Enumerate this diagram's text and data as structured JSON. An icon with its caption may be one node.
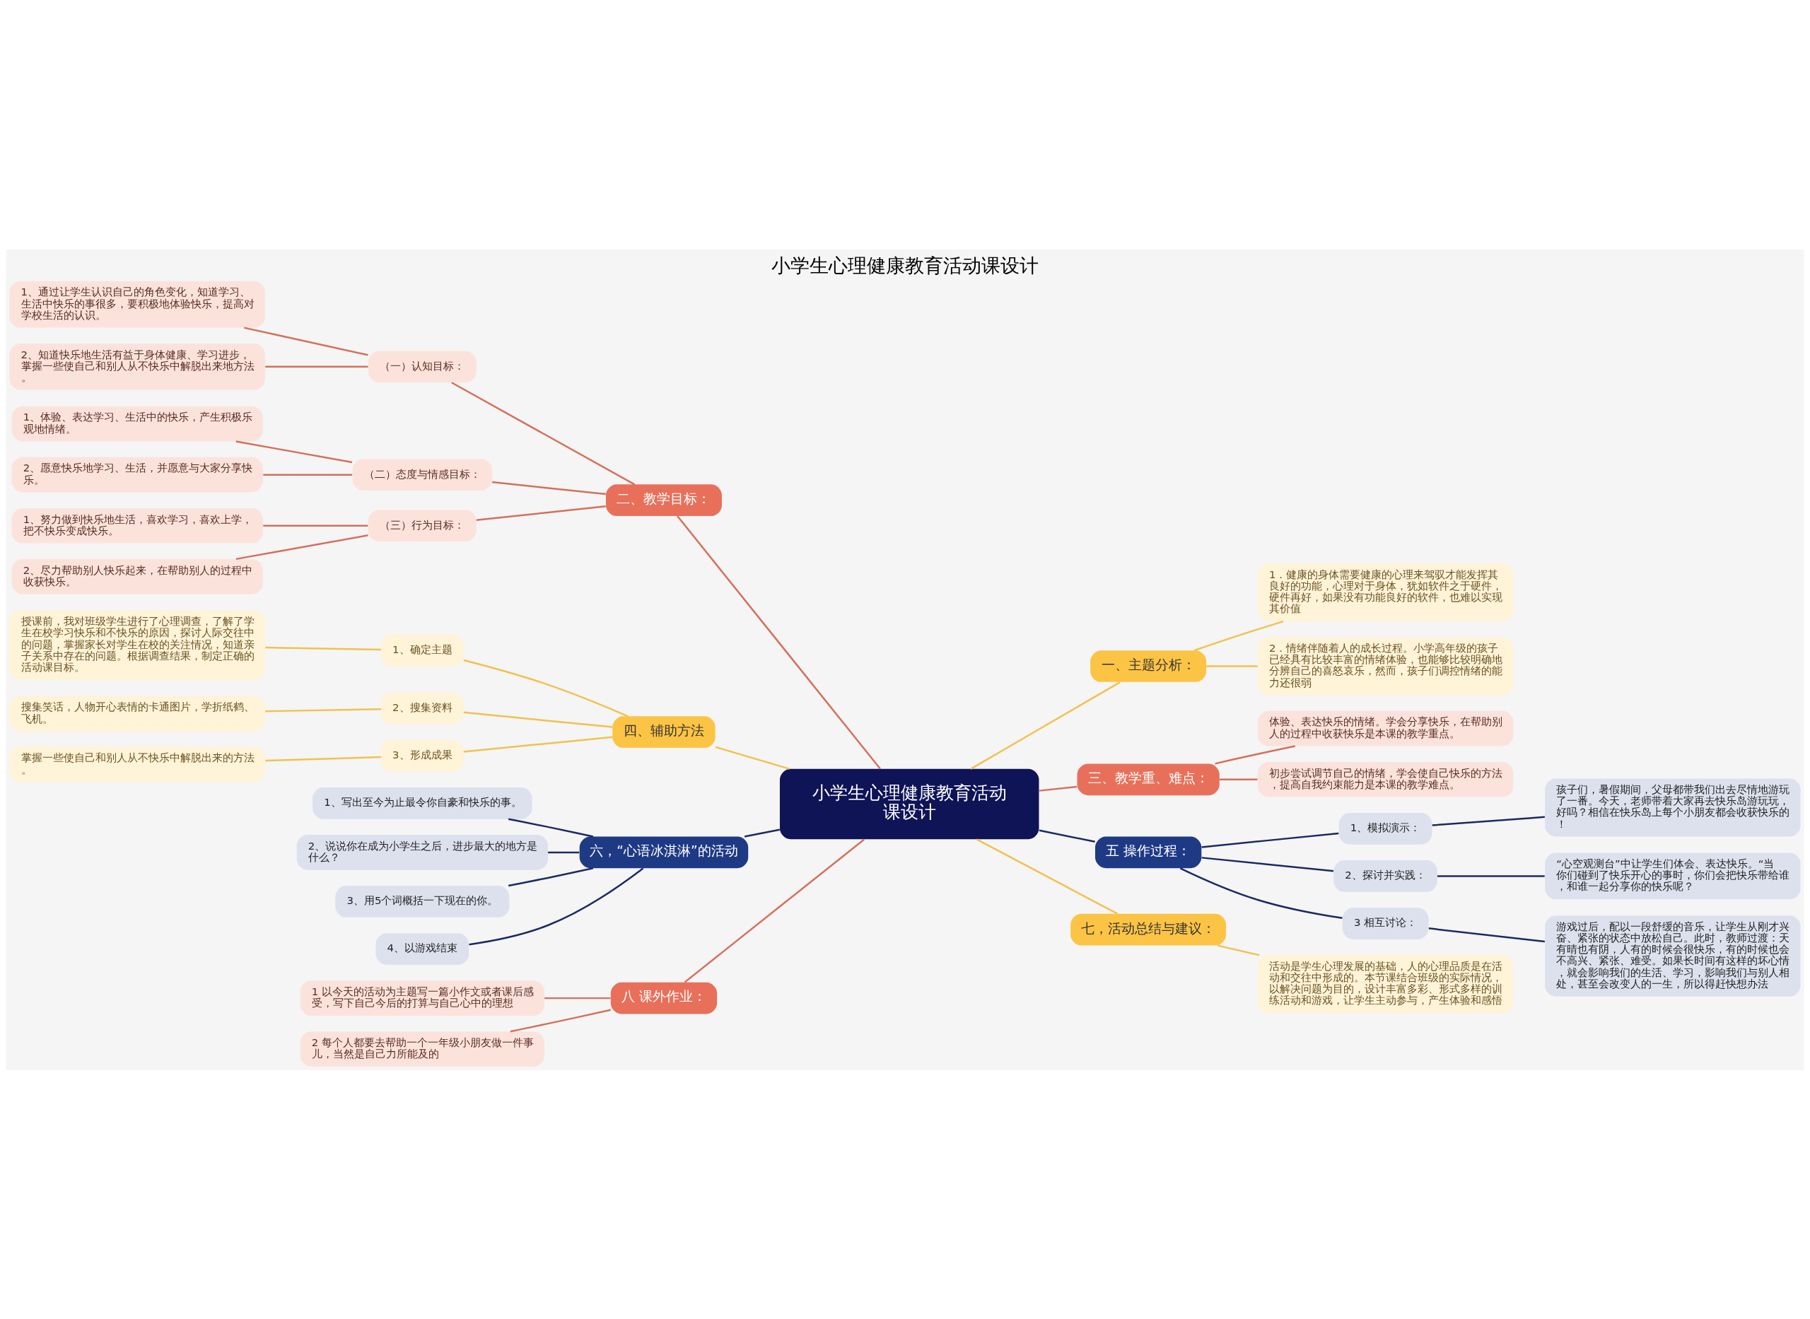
{
  "diagram": {
    "title": "小学生心理健康教育活动课设计",
    "nodes": [
      {
        "text": [
          "小学生心理健康教育活动课设计"
        ]
      },
      {
        "text": [
          "一、主题分析："
        ]
      },
      {
        "text": [
          "1．健康的身体需要健康的心理来驾驭才能发挥其良好的功能，心理对于身体，犹如软件之于硬件，硬件再好，如果没有功能良好的软件，也难以实现其价值"
        ]
      },
      {
        "text": [
          "2．情绪伴随着人的成长过程。小学高年级的孩子已经具有比较丰富的情绪体验，也能够比较明确地分辨自己的喜怒哀乐，然而，孩子们调控情绪的能力还很弱"
        ]
      },
      {
        "text": [
          "二、教学目标："
        ]
      },
      {
        "text": [
          "（一）认知目标："
        ]
      },
      {
        "text": [
          "1、通过让学生认识自己的角色变化，知道学习、生活中快乐的事很多，要积极地体验快乐，提高对学校生活的认识。"
        ]
      },
      {
        "text": [
          "2、知道快乐地生活有益于身体健康、学习进步，掌握一些使自己和别人从不快乐中解脱出来地方法。"
        ]
      },
      {
        "text": [
          "（二）态度与情感目标："
        ]
      },
      {
        "text": [
          "1、体验、表达学习、生活中的快乐，产生积极乐观地情绪。"
        ]
      },
      {
        "text": [
          "2、愿意快乐地学习、生活，并愿意与大家分享快乐。"
        ]
      },
      {
        "text": [
          "（三）行为目标："
        ]
      },
      {
        "text": [
          "1、努力做到快乐地生活，喜欢学习，喜欢上学，把不快乐变成快乐。"
        ]
      },
      {
        "text": [
          "2、尽力帮助别人快乐起来，在帮助别人的过程中收获快乐。"
        ]
      },
      {
        "text": [
          "三、教学重、难点："
        ]
      },
      {
        "text": [
          "体验、表达快乐的情绪。学会分享快乐，在帮助别人的过程中收获快乐是本课的教学重点。"
        ]
      },
      {
        "text": [
          "初步尝试调节自己的情绪，学会使自己快乐的方法，提高自我约束能力是本课的教学难点。"
        ]
      },
      {
        "text": [
          "四、辅助方法"
        ]
      },
      {
        "text": [
          "1、确定主题"
        ]
      },
      {
        "text": [
          "授课前，我对班级学生进行了心理调查，了解了学生在校学习快乐和不快乐的原因，探讨人际交往中的问题，掌握家长对学生在校的关注情况，知道亲子关系中存在的问题。根据调查结果，制定正确的活动课目标。"
        ]
      },
      {
        "text": [
          "2、搜集资料"
        ]
      },
      {
        "text": [
          "搜集笑话，人物开心表情的卡通图片，学折纸鹤、飞机。"
        ]
      },
      {
        "text": [
          "3、形成成果"
        ]
      },
      {
        "text": [
          "掌握一些使自己和别人从不快乐中解脱出来的方法。"
        ]
      },
      {
        "text": [
          "五 操作过程："
        ]
      },
      {
        "text": [
          "1、模拟演示："
        ]
      },
      {
        "text": [
          "孩子们，暑假期间，父母都带我们出去尽情地游玩了一番。今天，老师带着大家再去快乐岛游玩玩，好吗？相信在快乐岛上每个小朋友都会收获快乐的！"
        ]
      },
      {
        "text": [
          "2、探讨并实践："
        ]
      },
      {
        "text": [
          "“心空观测台”中让学生们体会、表达快乐。“当你们碰到了快乐开心的事时，你们会把快乐带给谁，和谁一起分享你的快乐呢？"
        ]
      },
      {
        "text": [
          "3 相互讨论："
        ]
      },
      {
        "text": [
          "游戏过后，配以一段舒缓的音乐，让学生从刚才兴奋、紧张的状态中放松自己。此时，教师过渡：天有晴也有阴，人有的时候会很快乐，有的时候也会不高兴、紧张、难受。如果长时间有这样的坏心情，就会影响我们的生活、学习，影响我们与别人相处，甚至会改变人的一生，所以得赶快想办法"
        ]
      },
      {
        "text": [
          "六，“心语冰淇淋”的活动"
        ]
      },
      {
        "text": [
          "1、写出至今为止最令你自豪和快乐的事。"
        ]
      },
      {
        "text": [
          "2、说说你在成为小学生之后，进步最大的地方是什么？"
        ]
      },
      {
        "text": [
          "3、用5个词概括一下现在的你。"
        ]
      },
      {
        "text": [
          "4、以游戏结束"
        ]
      },
      {
        "text": [
          "七，活动总结与建议："
        ]
      },
      {
        "text": [
          "活动是学生心理发展的基础，人的心理品质是在活动和交往中形成的。本节课结合班级的实际情况，以解决问题为目的，设计丰富多彩、形式多样的训练活动和游戏，让学生主动参与，产生体验和感悟"
        ]
      },
      {
        "text": [
          "八 课外作业："
        ]
      },
      {
        "text": [
          "1 以今天的活动为主题写一篇小作文或者课后感受，写下自己今后的打算与自己心中的理想"
        ]
      },
      {
        "text": [
          "2 每个人都要去帮助一个一年级小朋友做一件事儿，当然是自己力所能及的"
        ]
      }
    ],
    "edges": [
      {
        "from": 0,
        "to": 1,
        "arrow": "none",
        "color": "#f2c14e"
      },
      {
        "from": 1,
        "to": 2,
        "arrow": "none",
        "color": "#f2c14e"
      },
      {
        "from": 1,
        "to": 3,
        "arrow": "none",
        "color": "#f2c14e"
      },
      {
        "from": 4,
        "to": 0,
        "arrow": "none"
      },
      {
        "from": 5,
        "to": 4,
        "arrow": "none"
      },
      {
        "from": 6,
        "to": 5,
        "arrow": "none"
      },
      {
        "from": 7,
        "to": 5,
        "arrow": "none"
      },
      {
        "from": 8,
        "to": 4,
        "arrow": "none"
      },
      {
        "from": 9,
        "to": 8,
        "arrow": "none"
      },
      {
        "from": 10,
        "to": 8,
        "arrow": "none"
      },
      {
        "from": 11,
        "to": 4,
        "arrow": "none"
      },
      {
        "from": 12,
        "to": 11,
        "arrow": "none"
      },
      {
        "from": 13,
        "to": 11,
        "arrow": "none"
      },
      {
        "from": 0,
        "to": 14,
        "arrow": "none"
      },
      {
        "from": 14,
        "to": 15,
        "arrow": "none"
      },
      {
        "from": 14,
        "to": 16,
        "arrow": "none"
      },
      {
        "from": 17,
        "to": 0,
        "arrow": "none",
        "color": "#f2c14e"
      },
      {
        "from": 18,
        "to": 17,
        "arrow": "none",
        "color": "#f2c14e"
      },
      {
        "from": 19,
        "to": 18,
        "arrow": "none",
        "color": "#f2c14e"
      },
      {
        "from": 20,
        "to": 17,
        "arrow": "none",
        "color": "#f2c14e"
      },
      {
        "from": 21,
        "to": 20,
        "arrow": "none",
        "color": "#f2c14e"
      },
      {
        "from": 22,
        "to": 17,
        "arrow": "none",
        "color": "#f2c14e"
      },
      {
        "from": 23,
        "to": 22,
        "arrow": "none",
        "color": "#f2c14e"
      },
      {
        "from": 0,
        "to": 24,
        "arrow": "none",
        "color": "#1c2a63"
      },
      {
        "from": 24,
        "to": 25,
        "arrow": "none",
        "color": "#1c2a63"
      },
      {
        "from": 25,
        "to": 26,
        "arrow": "none",
        "color": "#1c2a63"
      },
      {
        "from": 24,
        "to": 27,
        "arrow": "none",
        "color": "#1c2a63"
      },
      {
        "from": 27,
        "to": 28,
        "arrow": "none",
        "color": "#1c2a63"
      },
      {
        "from": 24,
        "to": 29,
        "arrow": "none",
        "color": "#1c2a63"
      },
      {
        "from": 29,
        "to": 30,
        "arrow": "none",
        "color": "#1c2a63"
      },
      {
        "from": 31,
        "to": 0,
        "arrow": "none",
        "color": "#1c2a63"
      },
      {
        "from": 32,
        "to": 31,
        "arrow": "none",
        "color": "#1c2a63"
      },
      {
        "from": 33,
        "to": 31,
        "arrow": "none",
        "color": "#1c2a63"
      },
      {
        "from": 34,
        "to": 31,
        "arrow": "none",
        "color": "#1c2a63"
      },
      {
        "from": 35,
        "to": 31,
        "arrow": "none",
        "color": "#1c2a63"
      },
      {
        "from": 0,
        "to": 36,
        "arrow": "none",
        "color": "#f2c14e"
      },
      {
        "from": 36,
        "to": 37,
        "arrow": "none",
        "color": "#f2c14e"
      },
      {
        "from": 38,
        "to": 0,
        "arrow": "none"
      },
      {
        "from": 39,
        "to": 38,
        "arrow": "none"
      },
      {
        "from": 40,
        "to": 38,
        "arrow": "none"
      }
    ]
  }
}
